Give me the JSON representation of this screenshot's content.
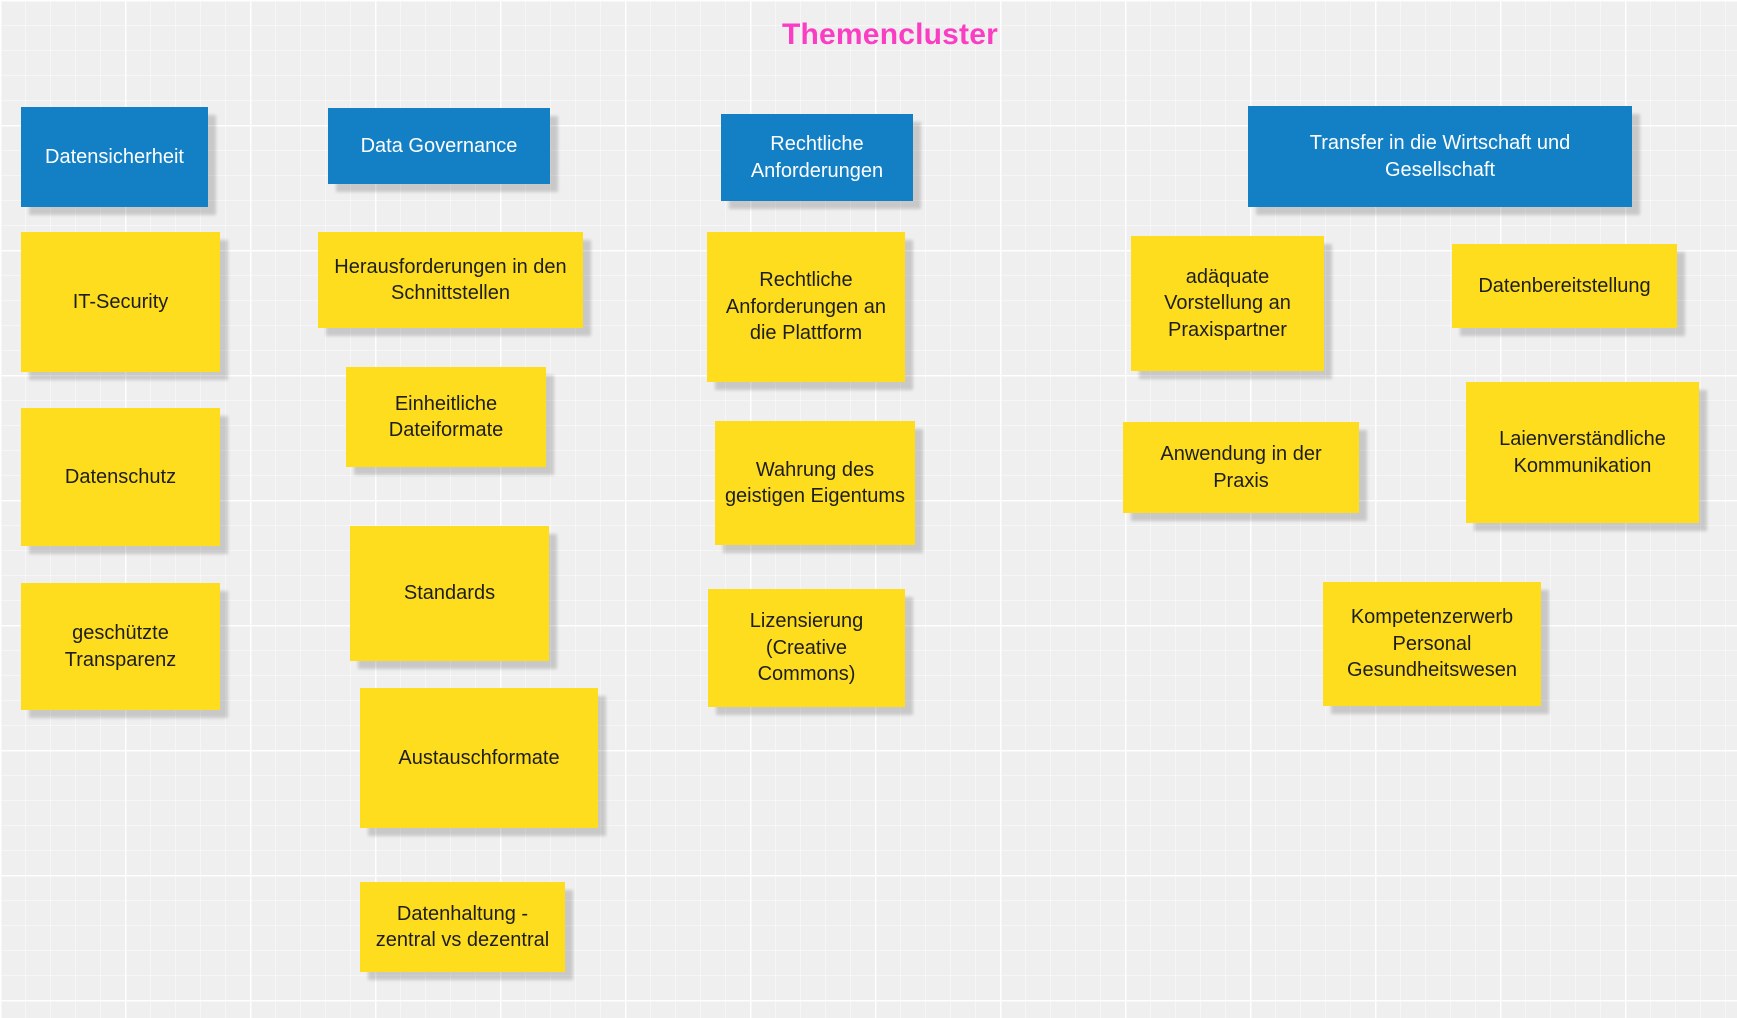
{
  "board": {
    "title": "Themencluster",
    "colors": {
      "title": "#fa3ec3",
      "header_bg": "#1380c6",
      "header_text": "#ffffff",
      "note_bg": "#fddd1e",
      "note_text": "#1e1e1e",
      "canvas_bg": "#efefef"
    },
    "clusters": [
      {
        "header": "Datensicherheit",
        "notes": [
          "IT-Security",
          "Datenschutz",
          "geschützte Transparenz"
        ]
      },
      {
        "header": "Data Governance",
        "notes": [
          "Herausforderungen in den Schnittstellen",
          "Einheitliche Dateiformate",
          "Standards",
          "Austauschformate",
          "Datenhaltung - zentral vs dezentral"
        ]
      },
      {
        "header": "Rechtliche Anforderungen",
        "notes": [
          "Rechtliche Anforderungen an die Plattform",
          "Wahrung des geistigen Eigentums",
          "Lizensierung (Creative Commons)"
        ]
      },
      {
        "header": "Transfer in die Wirtschaft und Gesellschaft",
        "notes": [
          "adäquate Vorstellung an Praxispartner",
          "Datenbereitstellung",
          "Anwendung in der Praxis",
          "Laienverständliche Kommunikation",
          "Kompetenzerwerb Personal Gesundheitswesen"
        ]
      }
    ]
  }
}
